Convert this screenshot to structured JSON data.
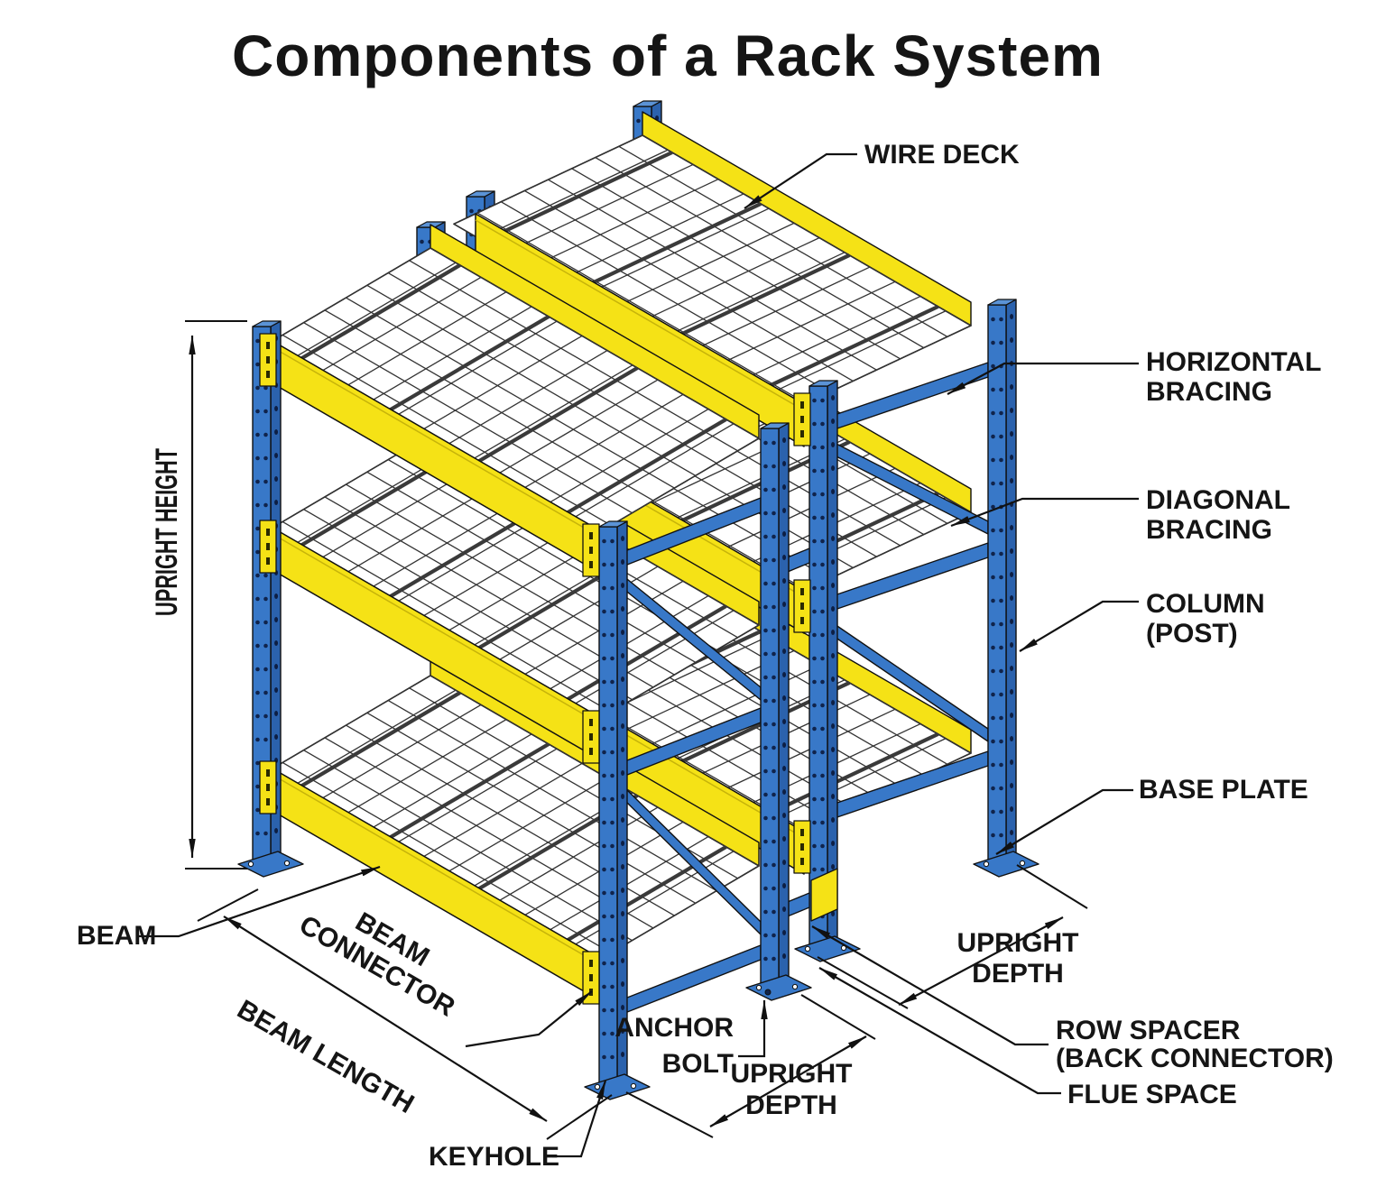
{
  "title": "Components of a Rack System",
  "colors": {
    "blue": "#3878C8",
    "blue_side": "#2B62AD",
    "blue_deep": "#10244C",
    "yellow": "#F5E216",
    "yellow_slot": "#2A2A00",
    "line": "#111111",
    "mesh": "#333333",
    "text": "#151515"
  },
  "labels": {
    "wire_deck": [
      "WIRE DECK"
    ],
    "horizontal_bracing": [
      "HORIZONTAL",
      "BRACING"
    ],
    "diagonal_bracing": [
      "DIAGONAL",
      "BRACING"
    ],
    "column_post": [
      "COLUMN",
      "(POST)"
    ],
    "base_plate": [
      "BASE PLATE"
    ],
    "upright_height": [
      "UPRIGHT HEIGHT"
    ],
    "beam": [
      "BEAM"
    ],
    "beam_connector": [
      "BEAM",
      "CONNECTOR"
    ],
    "beam_length": [
      "BEAM LENGTH"
    ],
    "keyhole": [
      "KEYHOLE"
    ],
    "anchor_bolt": [
      "ANCHOR",
      "BOLT"
    ],
    "upright_depth_front": [
      "UPRIGHT",
      "DEPTH"
    ],
    "upright_depth_back": [
      "UPRIGHT",
      "DEPTH"
    ],
    "row_spacer": [
      "ROW SPACER",
      "(BACK CONNECTOR)"
    ],
    "flue_space": [
      "FLUE SPACE"
    ]
  }
}
